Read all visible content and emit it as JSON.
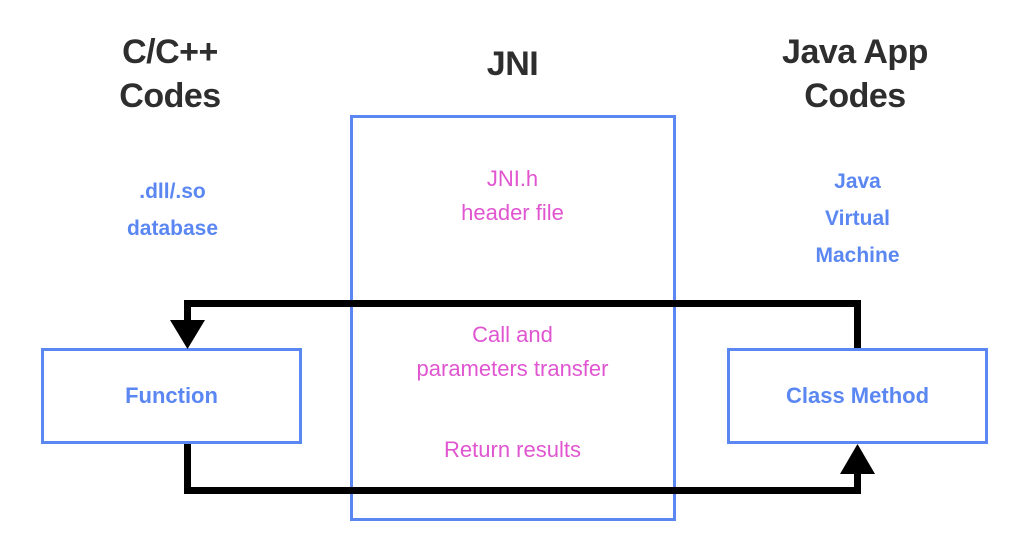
{
  "diagram": {
    "title_left": "C/C++\nCodes",
    "title_middle": "JNI",
    "title_right": "Java App\nCodes",
    "caption_left": ".dll/.so\ndatabase",
    "caption_right": "Java\nVirtual\nMachine",
    "jni_header_text": "JNI.h\nheader file",
    "jni_call_text": "Call and\nparameters transfer",
    "jni_return_text": "Return results",
    "function_box_label": "Function",
    "class_box_label": "Class Method",
    "colors": {
      "heading": "#2e2e2e",
      "blue": "#5b87f2",
      "magenta": "#e055d0",
      "arrow": "#000000",
      "background": "#ffffff"
    },
    "flow": {
      "call_direction": "Java Class Method to C/C++ Function",
      "return_direction": "C/C++ Function to Java Class Method"
    }
  }
}
